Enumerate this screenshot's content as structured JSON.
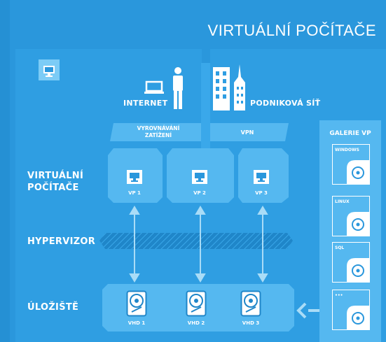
{
  "title": "VIRTUÁLNÍ POČÍTAČE",
  "internet_label": "INTERNET",
  "enterprise_label": "PODNIKOVÁ SÍŤ",
  "load_balancer_label": "VYROVNÁVÁNÍ\nZATÍŽENÍ",
  "vpn_label": "VPN",
  "virtual_machines_label": "VIRTUÁLNÍ\nPOČÍTAČE",
  "hypervisor_label": "HYPERVIZOR",
  "storage_label": "ÚLOŽIŠTĚ",
  "gallery": {
    "title": "GALERIE VP",
    "items": [
      "WINDOWS",
      "LINUX",
      "SQL",
      "•••"
    ]
  },
  "vms": [
    "VP 1",
    "VP 2",
    "VP 3"
  ],
  "vhds": [
    "VHD 1",
    "VHD 2",
    "VHD 3"
  ],
  "colors": {
    "background": "#2a97dc",
    "panel": "#3aa8ea",
    "tile": "#55b8f0",
    "dark_band": "#1f86c9",
    "arrow": "#a9dcf7",
    "white": "#ffffff"
  }
}
